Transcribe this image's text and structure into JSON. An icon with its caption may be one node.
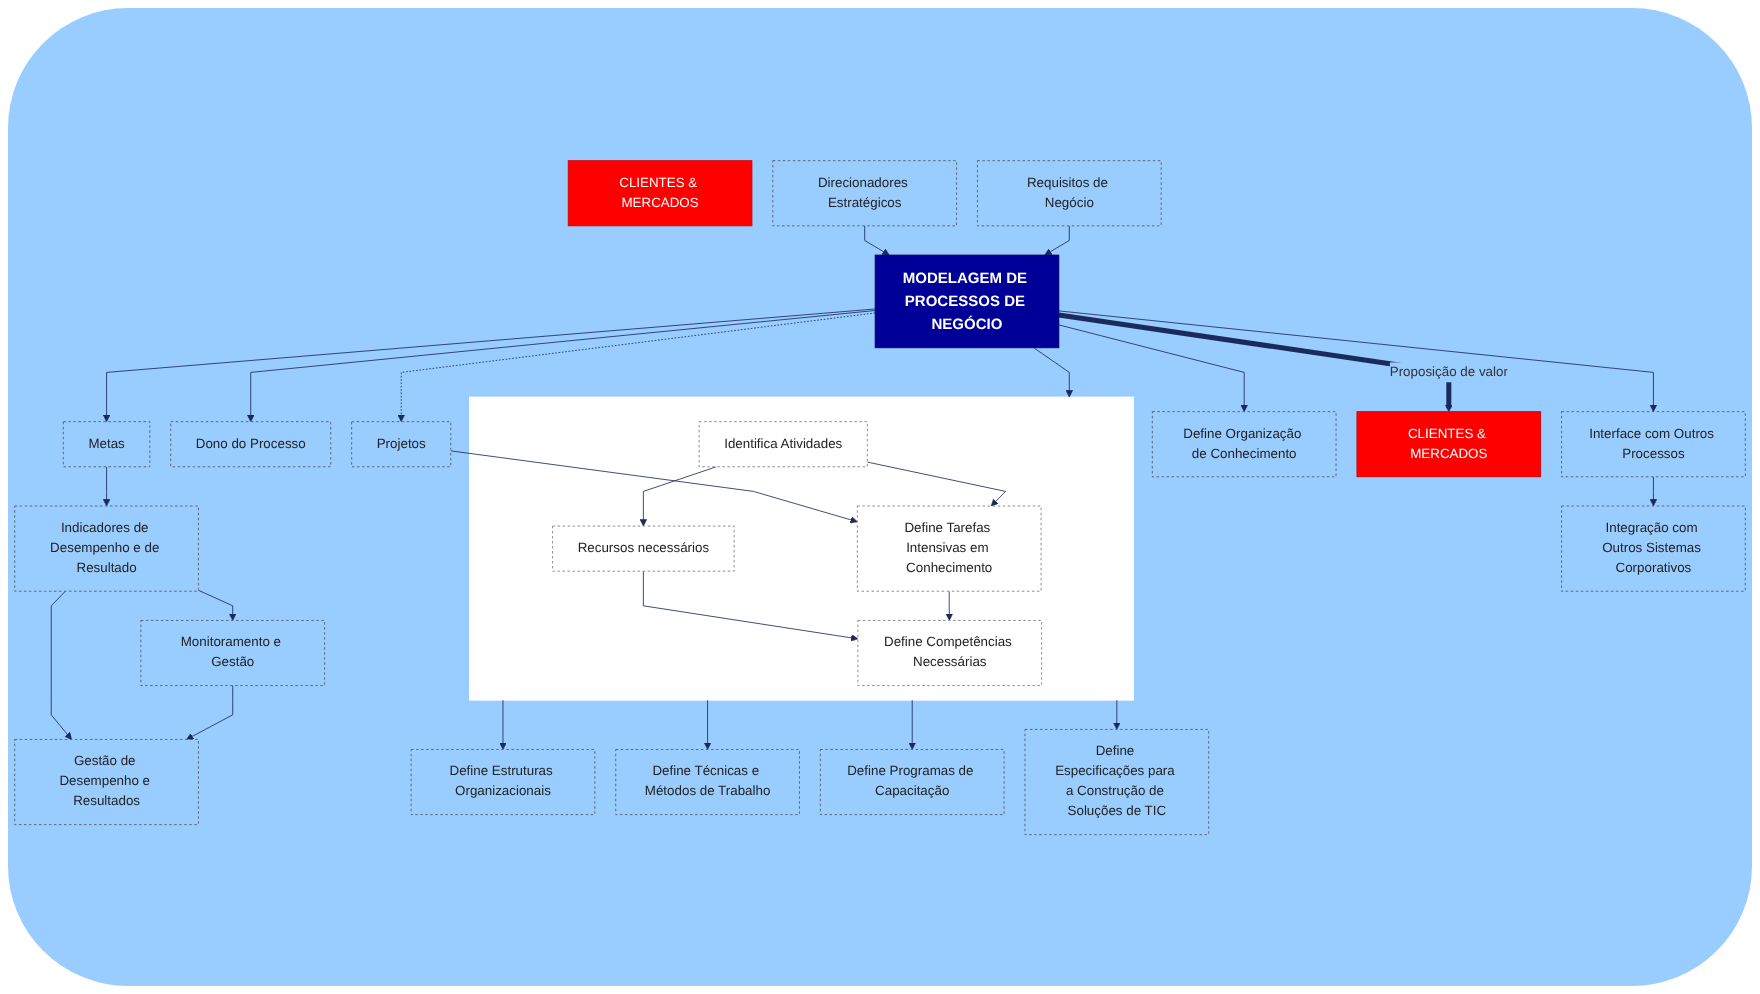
{
  "diagram": {
    "nodes": [
      {
        "text": [
          "CLIENTES & MERCADOS"
        ]
      },
      {
        "text": [
          "Direcionadores Estratégicos"
        ]
      },
      {
        "text": [
          "Requisitos de Negócio"
        ]
      },
      {
        "text": [
          "Dono do Processo"
        ]
      },
      {
        "text": [
          "Metas"
        ]
      },
      {
        "text": [
          "Indicadores de Desempenho e de Resultado"
        ]
      },
      {
        "text": [
          "Monitoramento e Gestão"
        ]
      },
      {
        "text": [
          "Gestão de Desempenho e Resultados"
        ]
      },
      {
        "text": [
          "MODELAGEM DE PROCESSOS DE NEGÓCIO"
        ]
      },
      {
        "text": [
          "CLIENTES & MERCADOS"
        ]
      },
      {
        "text": [],
        "shape": "box"
      },
      {
        "text": [
          "Identifica Atividades"
        ],
        "in": 10
      },
      {
        "text": [
          "Recursos necessários"
        ],
        "in": 10
      },
      {
        "text": [
          "Define Tarefas Intensivas em Conhecimento"
        ],
        "in": 10
      },
      {
        "text": [
          "Define Competências Necessárias"
        ],
        "in": 10
      },
      {
        "text": [
          "Projetos"
        ]
      },
      {
        "text": [
          "Define Organização de Conhecimento"
        ]
      },
      {
        "text": [
          "Interface com Outros Processos"
        ]
      },
      {
        "text": [
          "Integração com Outros Sistemas Corporativos"
        ]
      },
      {
        "text": [
          "Define Estruturas Organizacionais"
        ]
      },
      {
        "text": [
          "Define Técnicas e Métodos de Trabalho"
        ]
      },
      {
        "text": [
          "Define Programas de Capacitação"
        ]
      },
      {
        "text": [
          "Define Especificações para a Construção de Soluções de TIC"
        ]
      }
    ],
    "edges": [
      {
        "from": 1,
        "to": 8,
        "arrow": "to"
      },
      {
        "from": 2,
        "to": 8,
        "arrow": "to"
      },
      {
        "from": 8,
        "to": 3,
        "arrow": "to"
      },
      {
        "from": 8,
        "to": 4,
        "arrow": "to"
      },
      {
        "from": 4,
        "to": 5,
        "arrow": "to"
      },
      {
        "from": 5,
        "to": 6,
        "arrow": "to"
      },
      {
        "from": 5,
        "to": 7,
        "arrow": "to"
      },
      {
        "from": 6,
        "to": 7,
        "arrow": "to"
      },
      {
        "from": 8,
        "to": 9,
        "arrow": "to",
        "label": "Proposição de valor",
        "style": "thick"
      },
      {
        "from": 8,
        "to": 10,
        "arrow": "to"
      },
      {
        "from": 8,
        "to": 15,
        "arrow": "to",
        "style": "dashed"
      },
      {
        "from": 15,
        "to": 13,
        "arrow": "to"
      },
      {
        "from": 11,
        "to": 12,
        "arrow": "to"
      },
      {
        "from": 11,
        "to": 13,
        "arrow": "to"
      },
      {
        "from": 12,
        "to": 14,
        "arrow": "to"
      },
      {
        "from": 13,
        "to": 14,
        "arrow": "to"
      },
      {
        "from": 8,
        "to": 16,
        "arrow": "to"
      },
      {
        "from": 8,
        "to": 17,
        "arrow": "to"
      },
      {
        "from": 17,
        "to": 18,
        "arrow": "to"
      },
      {
        "from": 10,
        "to": 19,
        "arrow": "to"
      },
      {
        "from": 10,
        "to": 20,
        "arrow": "to"
      },
      {
        "from": 10,
        "to": 21,
        "arrow": "to"
      },
      {
        "from": 10,
        "to": 22,
        "arrow": "to"
      }
    ]
  }
}
